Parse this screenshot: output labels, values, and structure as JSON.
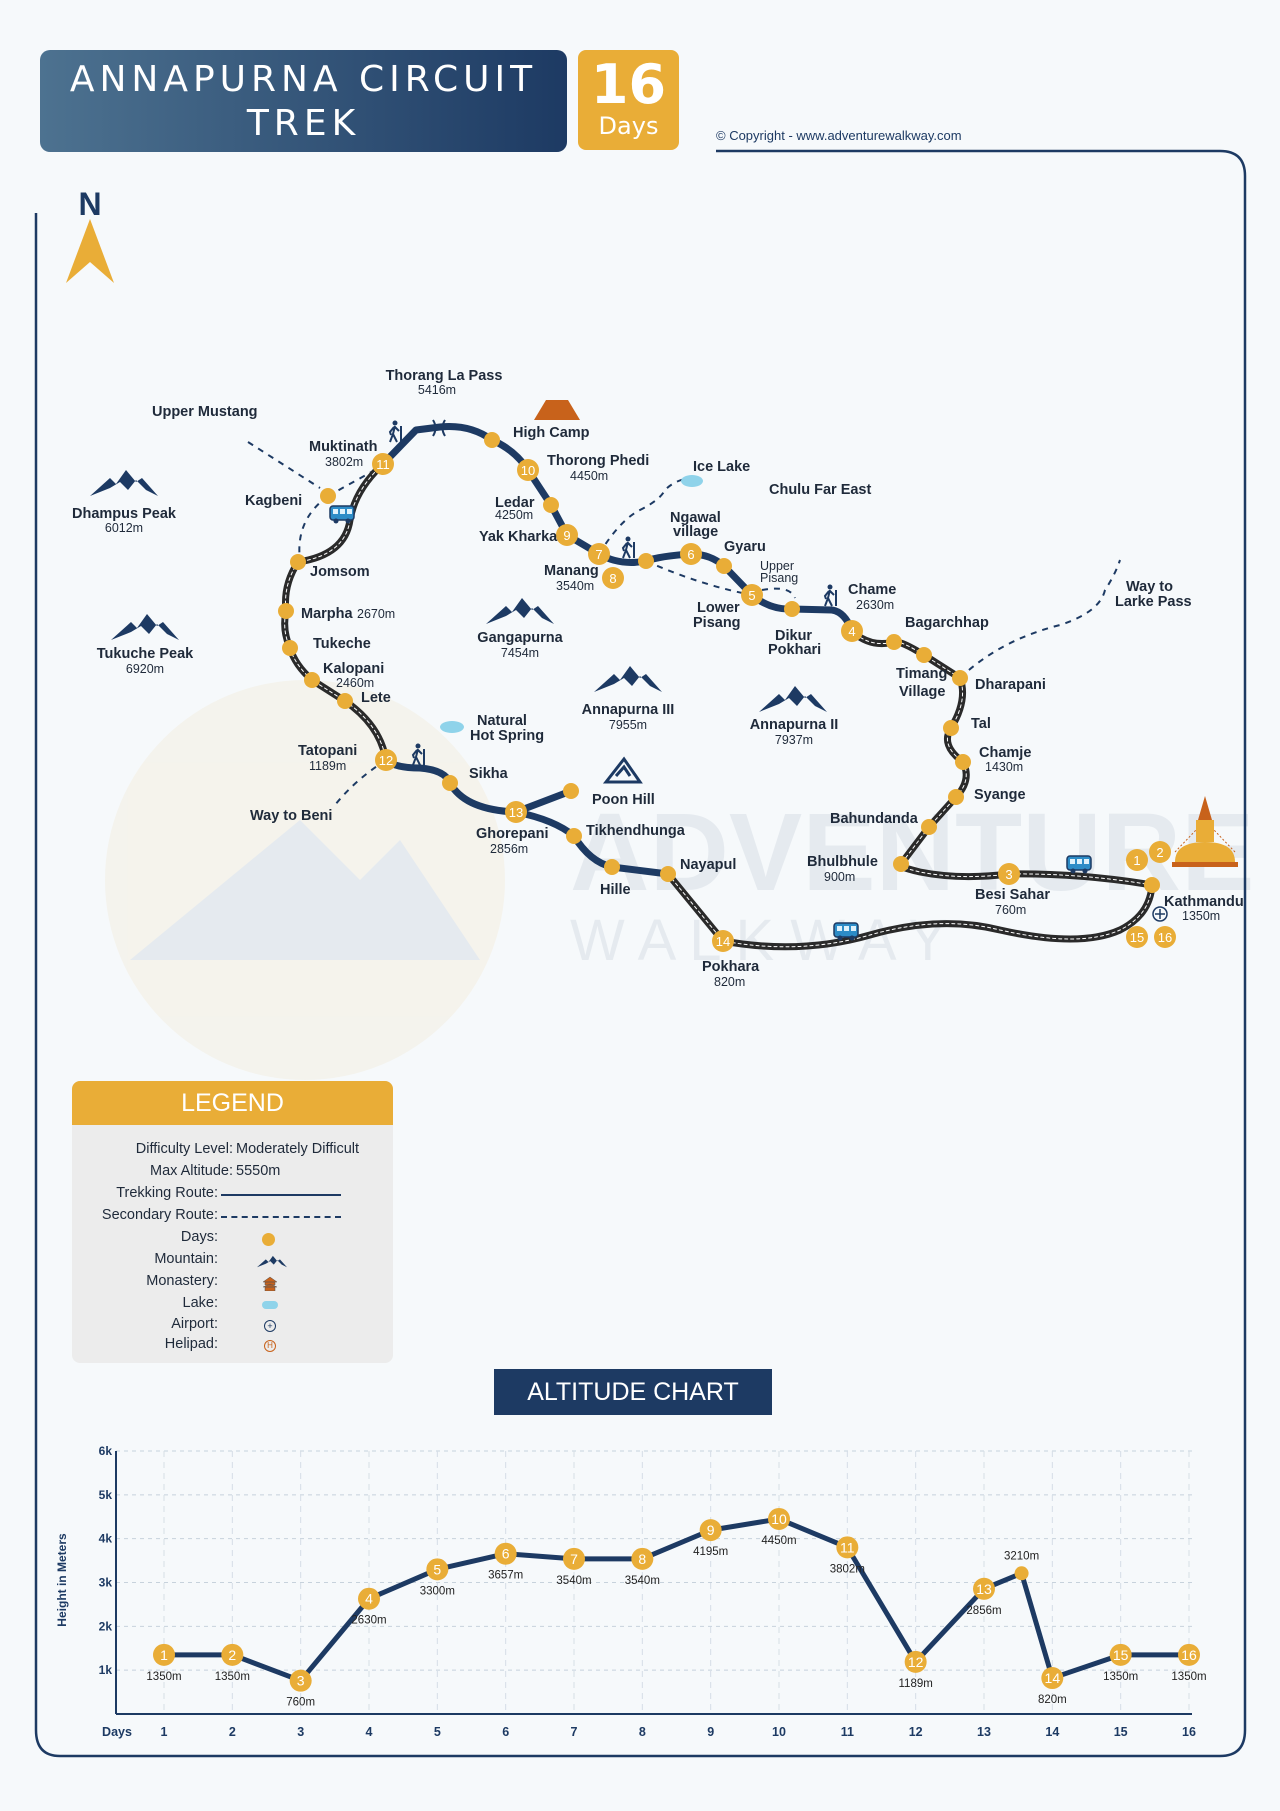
{
  "header": {
    "title_line1": "ANNAPURNA CIRCUIT",
    "title_line2": "TREK",
    "days_number": "16",
    "days_label": "Days",
    "copyright": "© Copyright - www.adventurewalkway.com"
  },
  "compass": {
    "label": "N"
  },
  "watermark": {
    "line1": "ADVENTURE",
    "line2": "W A L K W A Y"
  },
  "colors": {
    "navy": "#1d3a63",
    "gold": "#e9ad37",
    "road": "#2a2a2a",
    "lake": "#8fd3ea",
    "tent": "#c8621b"
  },
  "map": {
    "places": {
      "thorang": "Thorang La Pass",
      "thorang_alt": "5416m",
      "upper_mustang": "Upper Mustang",
      "high_camp": "High Camp",
      "muktinath": "Muktinath",
      "muktinath_alt": "3802m",
      "thorong_phedi": "Thorong Phedi",
      "thorong_phedi_alt": "4450m",
      "ice_lake": "Ice Lake",
      "chulu": "Chulu Far East",
      "kagbeni": "Kagbeni",
      "dhampus": "Dhampus Peak",
      "dhampus_alt": "6012m",
      "ledar": "Ledar",
      "ledar_alt": "4250m",
      "yak_kharka": "Yak Kharka",
      "ngawal": "Ngawal",
      "ngawal2": "village",
      "gyaru": "Gyaru",
      "jomsom": "Jomsom",
      "manang": "Manang",
      "manang_alt": "3540m",
      "upper_pisang": "Upper",
      "upper_pisang2": "Pisang",
      "chame": "Chame",
      "chame_alt": "2630m",
      "way_larke": "Way to",
      "way_larke2": "Larke Pass",
      "lower_pisang": "Lower",
      "lower_pisang2": "Pisang",
      "marpha": "Marpha",
      "marpha_alt": "2670m",
      "dikur": "Dikur",
      "dikur2": "Pokhari",
      "bagarchhap": "Bagarchhap",
      "gangapurna": "Gangapurna",
      "gangapurna_alt": "7454m",
      "tukeche": "Tukeche",
      "tukuche_peak": "Tukuche Peak",
      "tukuche_peak_alt": "6920m",
      "kalopani": "Kalopani",
      "kalopani_alt": "2460m",
      "timang": "Timang",
      "timang2": "Village",
      "dharapani": "Dharapani",
      "lete": "Lete",
      "annapurna3": "Annapurna III",
      "annapurna3_alt": "7955m",
      "annapurna2": "Annapurna II",
      "annapurna2_alt": "7937m",
      "hot_spring": "Natural",
      "hot_spring2": "Hot Spring",
      "tal": "Tal",
      "tatopani": "Tatopani",
      "tatopani_alt": "1189m",
      "chamje": "Chamje",
      "chamje_alt": "1430m",
      "sikha": "Sikha",
      "syange": "Syange",
      "poon_hill": "Poon Hill",
      "way_beni": "Way to Beni",
      "bahundanda": "Bahundanda",
      "ghorepani": "Ghorepani",
      "ghorepani_alt": "2856m",
      "tikhendhunga": "Tikhendhunga",
      "bhulbhule": "Bhulbhule",
      "bhulbhule_alt": "900m",
      "nayapul": "Nayapul",
      "besi_sahar": "Besi Sahar",
      "besi_sahar_alt": "760m",
      "kathmandu": "Kathmandu",
      "kathmandu_alt": "1350m",
      "hille": "Hille",
      "pokhara": "Pokhara",
      "pokhara_alt": "820m"
    },
    "day_markers": [
      "1",
      "2",
      "3",
      "4",
      "5",
      "6",
      "7",
      "8",
      "9",
      "10",
      "11",
      "12",
      "13",
      "14",
      "15",
      "16"
    ]
  },
  "legend": {
    "title": "LEGEND",
    "difficulty_label": "Difficulty Level:",
    "difficulty": "Moderately Difficult",
    "max_alt_label": "Max Altitude:",
    "max_alt": "5550m",
    "trekking_route": "Trekking Route:",
    "secondary_route": "Secondary Route:",
    "days": "Days:",
    "mountain": "Mountain:",
    "monastery": "Monastery:",
    "lake": "Lake:",
    "airport": "Airport:",
    "helipad": "Helipad:"
  },
  "chart_data": {
    "type": "line",
    "title": "ALTITUDE CHART",
    "xlabel": "Days",
    "ylabel": "Height in Meters",
    "ylim": [
      0,
      6000
    ],
    "y_ticks": [
      "1k",
      "2k",
      "3k",
      "4k",
      "5k",
      "6k"
    ],
    "y_tick_values": [
      1000,
      2000,
      3000,
      4000,
      5000,
      6000
    ],
    "x_ticks": [
      "1",
      "2",
      "3",
      "4",
      "5",
      "6",
      "7",
      "8",
      "9",
      "10",
      "11",
      "12",
      "13",
      "14",
      "15",
      "16"
    ],
    "points": [
      {
        "day": 1,
        "value": 1350,
        "marker": "1",
        "label": "1350m"
      },
      {
        "day": 2,
        "value": 1350,
        "marker": "2",
        "label": "1350m"
      },
      {
        "day": 3,
        "value": 760,
        "marker": "3",
        "label": "760m"
      },
      {
        "day": 4,
        "value": 2630,
        "marker": "4",
        "label": "2630m"
      },
      {
        "day": 5,
        "value": 3300,
        "marker": "5",
        "label": "3300m"
      },
      {
        "day": 6,
        "value": 3657,
        "marker": "6",
        "label": "3657m"
      },
      {
        "day": 7,
        "value": 3540,
        "marker": "7",
        "label": "3540m"
      },
      {
        "day": 8,
        "value": 3540,
        "marker": "8",
        "label": "3540m"
      },
      {
        "day": 9,
        "value": 4195,
        "marker": "9",
        "label": "4195m"
      },
      {
        "day": 10,
        "value": 4450,
        "marker": "10",
        "label": "4450m"
      },
      {
        "day": 11,
        "value": 3802,
        "marker": "11",
        "label": "3802m"
      },
      {
        "day": 12,
        "value": 1189,
        "marker": "12",
        "label": "1189m"
      },
      {
        "day": 13,
        "value": 2856,
        "marker": "13",
        "label": "2856m"
      },
      {
        "day": 13.55,
        "value": 3210,
        "marker": "",
        "label": "3210m"
      },
      {
        "day": 14,
        "value": 820,
        "marker": "14",
        "label": "820m"
      },
      {
        "day": 15,
        "value": 1350,
        "marker": "15",
        "label": "1350m"
      },
      {
        "day": 16,
        "value": 1350,
        "marker": "16",
        "label": "1350m"
      }
    ]
  }
}
